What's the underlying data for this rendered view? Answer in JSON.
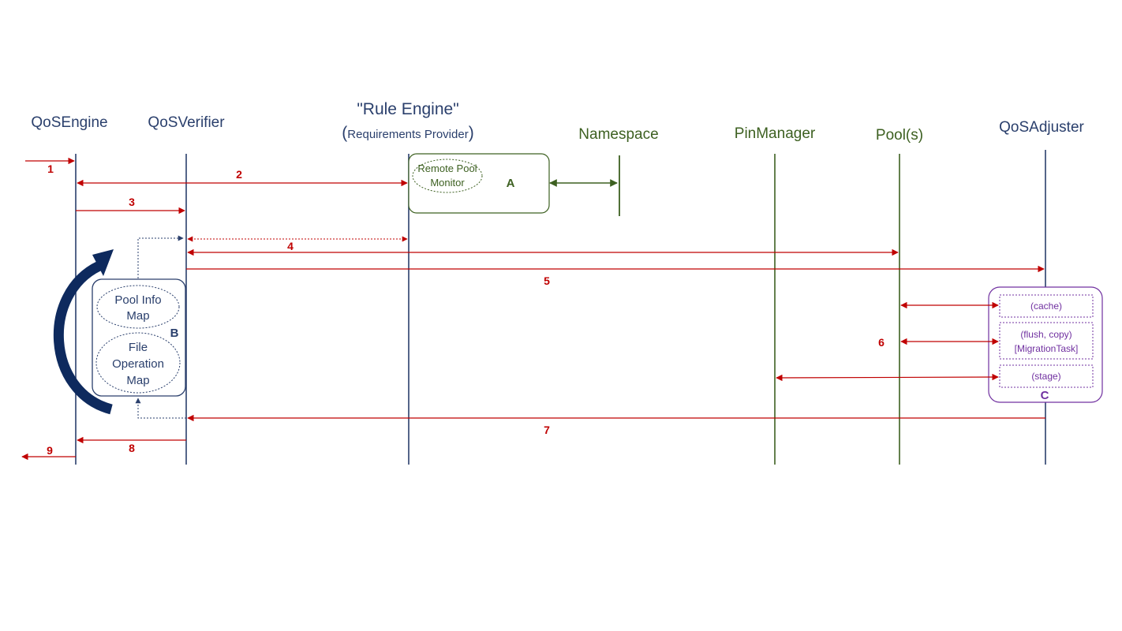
{
  "colors": {
    "navy": "#2a3f6c",
    "green": "#3d6021",
    "red": "#c00000",
    "purple": "#7030a0"
  },
  "participants": {
    "qos_engine": "QoSEngine",
    "qos_verifier": "QoSVerifier",
    "rule_engine_title": "\"Rule Engine\"",
    "rule_engine_sub": "Requirements Provider",
    "rule_engine_paren_open": "(",
    "rule_engine_paren_close": ")",
    "namespace": "Namespace",
    "pin_manager": "PinManager",
    "pools": "Pool(s)",
    "qos_adjuster": "QoSAdjuster"
  },
  "boxes": {
    "a": {
      "label": "A",
      "monitor_line1": "Remote Pool",
      "monitor_line2": "Monitor"
    },
    "b": {
      "label": "B",
      "pool_info_line1": "Pool Info",
      "pool_info_line2": "Map",
      "file_op_line1": "File",
      "file_op_line2": "Operation",
      "file_op_line3": "Map"
    },
    "c": {
      "label": "C",
      "cache": "(cache)",
      "flush_line1": "(flush, copy)",
      "flush_line2": "[MigrationTask]",
      "stage": "(stage)"
    }
  },
  "messages": [
    "1",
    "2",
    "3",
    "4",
    "5",
    "6",
    "7",
    "8",
    "9"
  ]
}
